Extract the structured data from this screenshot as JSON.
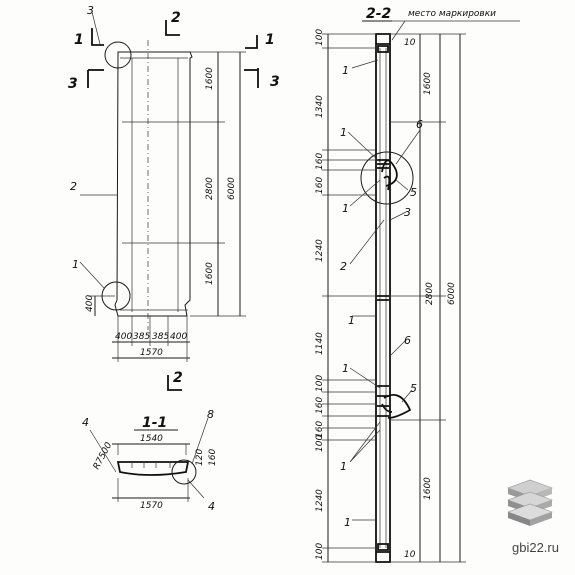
{
  "labels": {
    "sec_2_2": "2-2",
    "sec_1_1": "1-1",
    "cut_1": "1",
    "cut_2": "2",
    "cut_3": "3",
    "place_marking": "место маркировки",
    "n1": "1",
    "n2": "2",
    "n3": "3",
    "n4": "4",
    "n5": "5",
    "n6": "6",
    "n8": "8",
    "r": "R7500",
    "watermark": "gbi22.ru"
  },
  "dims": {
    "d1600": "1600",
    "d2800": "2800",
    "d6000": "6000",
    "d400": "400",
    "d385": "385",
    "d1570": "1570",
    "d1540": "1540",
    "d100": "100",
    "d1340": "1340",
    "d160": "160",
    "d1240": "1240",
    "d1140": "1140",
    "d10": "10",
    "d120": "120"
  }
}
